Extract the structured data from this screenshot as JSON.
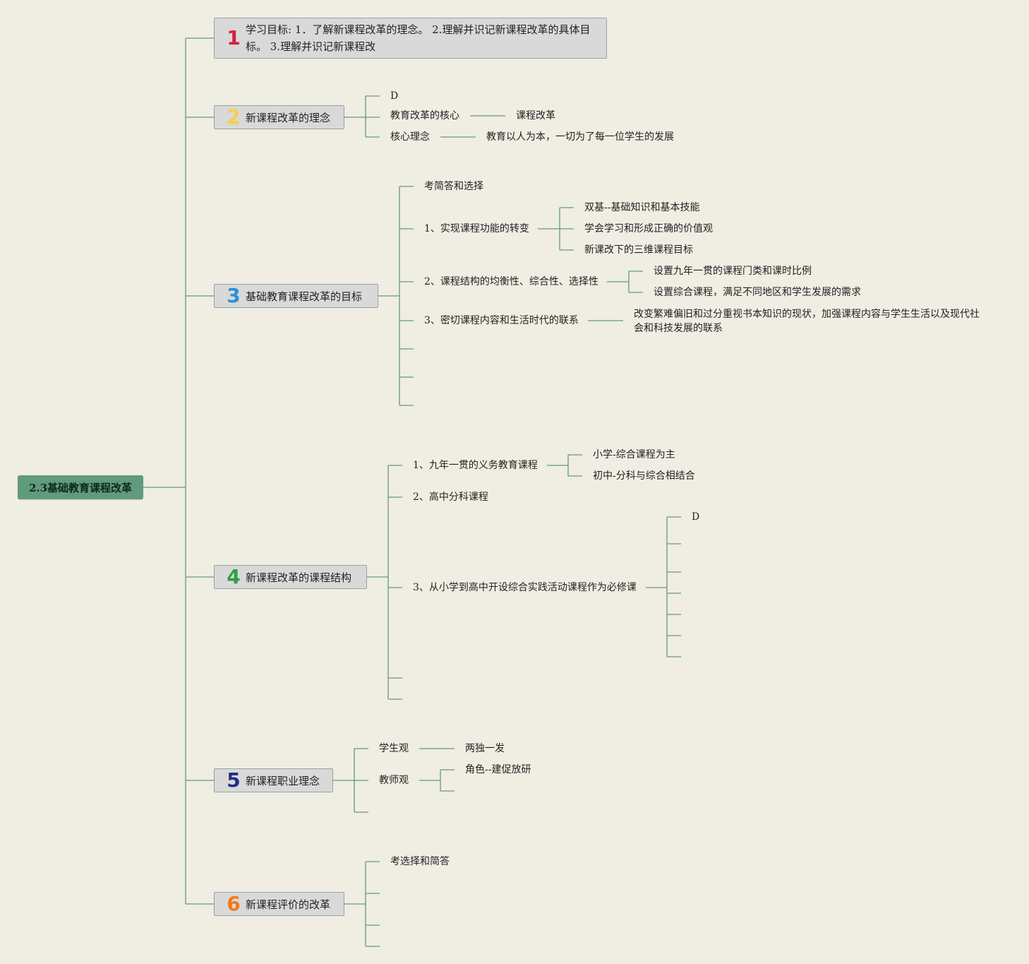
{
  "colors": {
    "background": "#f0ede3",
    "root": "#5f9b7c",
    "line": "#5f9b7c",
    "topic_box": "#d9d9d9",
    "num1": "#d4213d",
    "num2": "#f2cf4a",
    "num3": "#2e8fd8",
    "num4": "#2ea043",
    "num5": "#1f2f87",
    "num6": "#f07a1a"
  },
  "root": {
    "label": "2.3基础教育课程改革"
  },
  "topics": [
    {
      "num": "1",
      "title": "学习目标: 1．了解新课程改革的理念。 2.理解并识记新课程改革的具体目标。 3.理解并识记新课程改"
    },
    {
      "num": "2",
      "title": "新课程改革的理念",
      "children": [
        {
          "label": "D"
        },
        {
          "label": "教育改革的核心",
          "children": [
            {
              "label": "课程改革"
            }
          ]
        },
        {
          "label": "核心理念",
          "children": [
            {
              "label": "教育以人为本，一切为了每一位学生的发展"
            }
          ]
        }
      ]
    },
    {
      "num": "3",
      "title": "基础教育课程改革的目标",
      "children": [
        {
          "label": "考简答和选择"
        },
        {
          "label": "1、实现课程功能的转变",
          "children": [
            {
              "label": "双基--基础知识和基本技能"
            },
            {
              "label": "学会学习和形成正确的价值观"
            },
            {
              "label": "新课改下的三维课程目标"
            }
          ]
        },
        {
          "label": "2、课程结构的均衡性、综合性、选择性",
          "children": [
            {
              "label": "设置九年一贯的课程门类和课时比例"
            },
            {
              "label": "设置综合课程，满足不同地区和学生发展的需求"
            }
          ]
        },
        {
          "label": "3、密切课程内容和生活时代的联系",
          "children": [
            {
              "label": "改变繁难偏旧和过分重视书本知识的现状，加强课程内容与学生生活以及现代社会和科技发展的联系"
            }
          ]
        }
      ]
    },
    {
      "num": "4",
      "title": "新课程改革的课程结构",
      "children": [
        {
          "label": "1、九年一贯的义务教育课程",
          "children": [
            {
              "label": "小学-综合课程为主"
            },
            {
              "label": "初中-分科与综合相结合"
            }
          ]
        },
        {
          "label": "2、高中分科课程"
        },
        {
          "label": "3、从小学到高中开设综合实践活动课程作为必修课",
          "children": [
            {
              "label": "D"
            }
          ]
        }
      ]
    },
    {
      "num": "5",
      "title": "新课程职业理念",
      "children": [
        {
          "label": "学生观",
          "children": [
            {
              "label": "两独一发"
            }
          ]
        },
        {
          "label": "教师观",
          "children": [
            {
              "label": "角色--建促放研"
            }
          ]
        }
      ]
    },
    {
      "num": "6",
      "title": "新课程评价的改革",
      "children": [
        {
          "label": "考选择和简答"
        }
      ]
    }
  ]
}
